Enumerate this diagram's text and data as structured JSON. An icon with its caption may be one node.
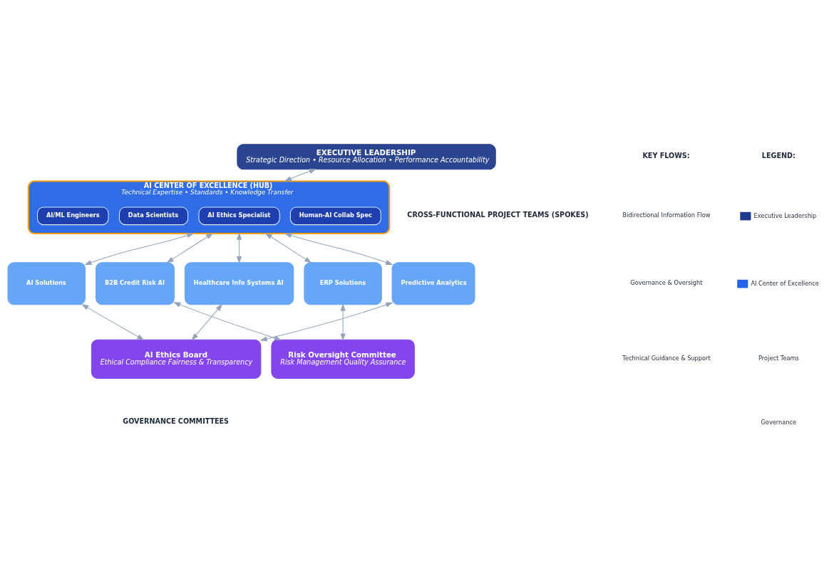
{
  "diagram": {
    "nodes": [
      {
        "text": [
          "EXECUTIVE LEADERSHIP",
          "Strategic Direction • Resource Allocation • Performance Accountability"
        ]
      },
      {
        "text": [
          "AI CENTER OF EXCELLENCE (HUB)",
          "Technical Expertise • Standards • Knowledge Transfer"
        ]
      },
      {
        "text": [
          "AI/ML Engineers"
        ],
        "in": 1
      },
      {
        "text": [
          "Data Scientists"
        ],
        "in": 1
      },
      {
        "text": [
          "AI Ethics Specialist"
        ],
        "in": 1
      },
      {
        "text": [
          "Human-AI Collab Spec"
        ],
        "in": 1
      },
      {
        "text": [
          "AI Solutions"
        ]
      },
      {
        "text": [
          "B2B Credit Risk AI"
        ]
      },
      {
        "text": [
          "Healthcare Info Systems AI"
        ]
      },
      {
        "text": [
          "ERP Solutions"
        ]
      },
      {
        "text": [
          "Predictive Analytics"
        ]
      },
      {
        "text": [
          "AI Ethics Board",
          "Ethical Compliance Fairness & Transparency"
        ]
      },
      {
        "text": [
          "Risk Oversight Committee",
          "Risk Management Quality Assurance"
        ]
      }
    ],
    "edges": [
      {
        "from": 0,
        "to": 1,
        "arrow": "both"
      },
      {
        "from": 1,
        "to": 6,
        "arrow": "both"
      },
      {
        "from": 1,
        "to": 7,
        "arrow": "both"
      },
      {
        "from": 1,
        "to": 8,
        "arrow": "both"
      },
      {
        "from": 1,
        "to": 9,
        "arrow": "both"
      },
      {
        "from": 1,
        "to": 10,
        "arrow": "both"
      },
      {
        "from": 6,
        "to": 11,
        "arrow": "both"
      },
      {
        "from": 7,
        "to": 12,
        "arrow": "both"
      },
      {
        "from": 8,
        "to": 11,
        "arrow": "both"
      },
      {
        "from": 9,
        "to": 12,
        "arrow": "both"
      },
      {
        "from": 10,
        "to": 11,
        "arrow": "both"
      }
    ],
    "labels": [
      "KEY FLOWS:",
      "CROSS-FUNCTIONAL PROJECT TEAMS (SPOKES)",
      "LEGEND:",
      "GOVERNANCE COMMITTEES"
    ],
    "legend": [
      {
        "text": "Bidirectional Information Flow"
      },
      {
        "text": "Governance & Oversight"
      },
      {
        "text": "Technical Guidance & Support"
      },
      {
        "text": "Executive Leadership",
        "color": "#1e3a8a"
      },
      {
        "text": "AI Center of Excellence",
        "color": "#2563eb"
      },
      {
        "text": "Project Teams"
      },
      {
        "text": "Governance"
      }
    ]
  }
}
